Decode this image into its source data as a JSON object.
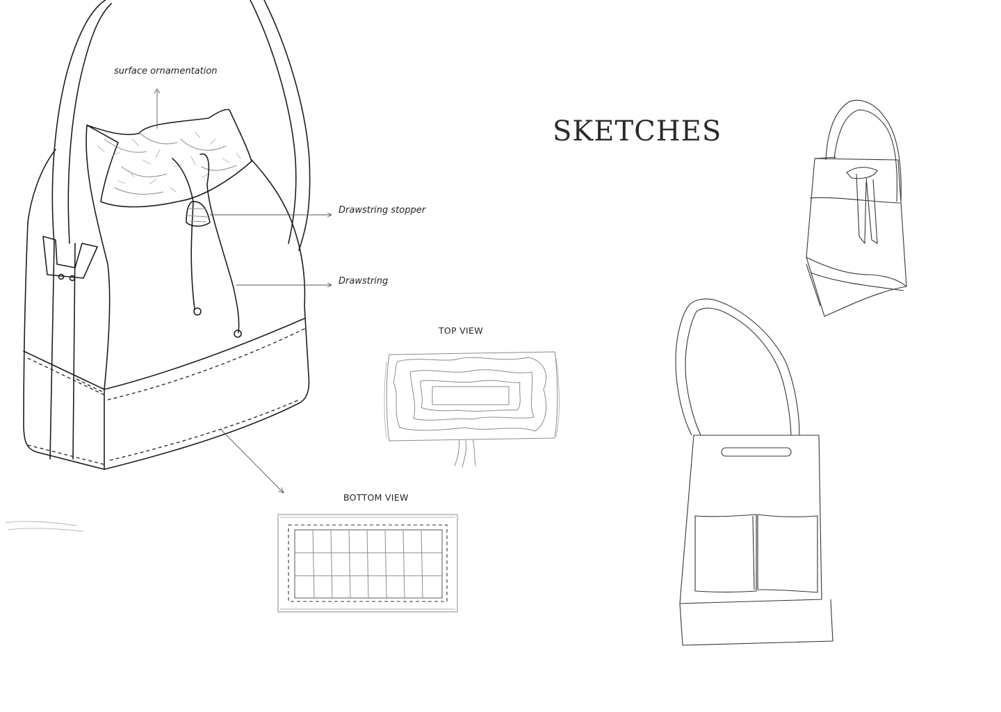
{
  "page": {
    "title": "SKETCHES"
  },
  "annotations": {
    "surface_ornamentation": "surface ornamentation",
    "drawstring_stopper": "Drawstring stopper",
    "drawstring": "Drawstring"
  },
  "views": {
    "top_view": "TOP VIEW",
    "bottom_view": "BOTTOM VIEW"
  },
  "colors": {
    "ink": "#1c1c1c",
    "pencil": "#8a8a8a",
    "background": "#ffffff"
  }
}
